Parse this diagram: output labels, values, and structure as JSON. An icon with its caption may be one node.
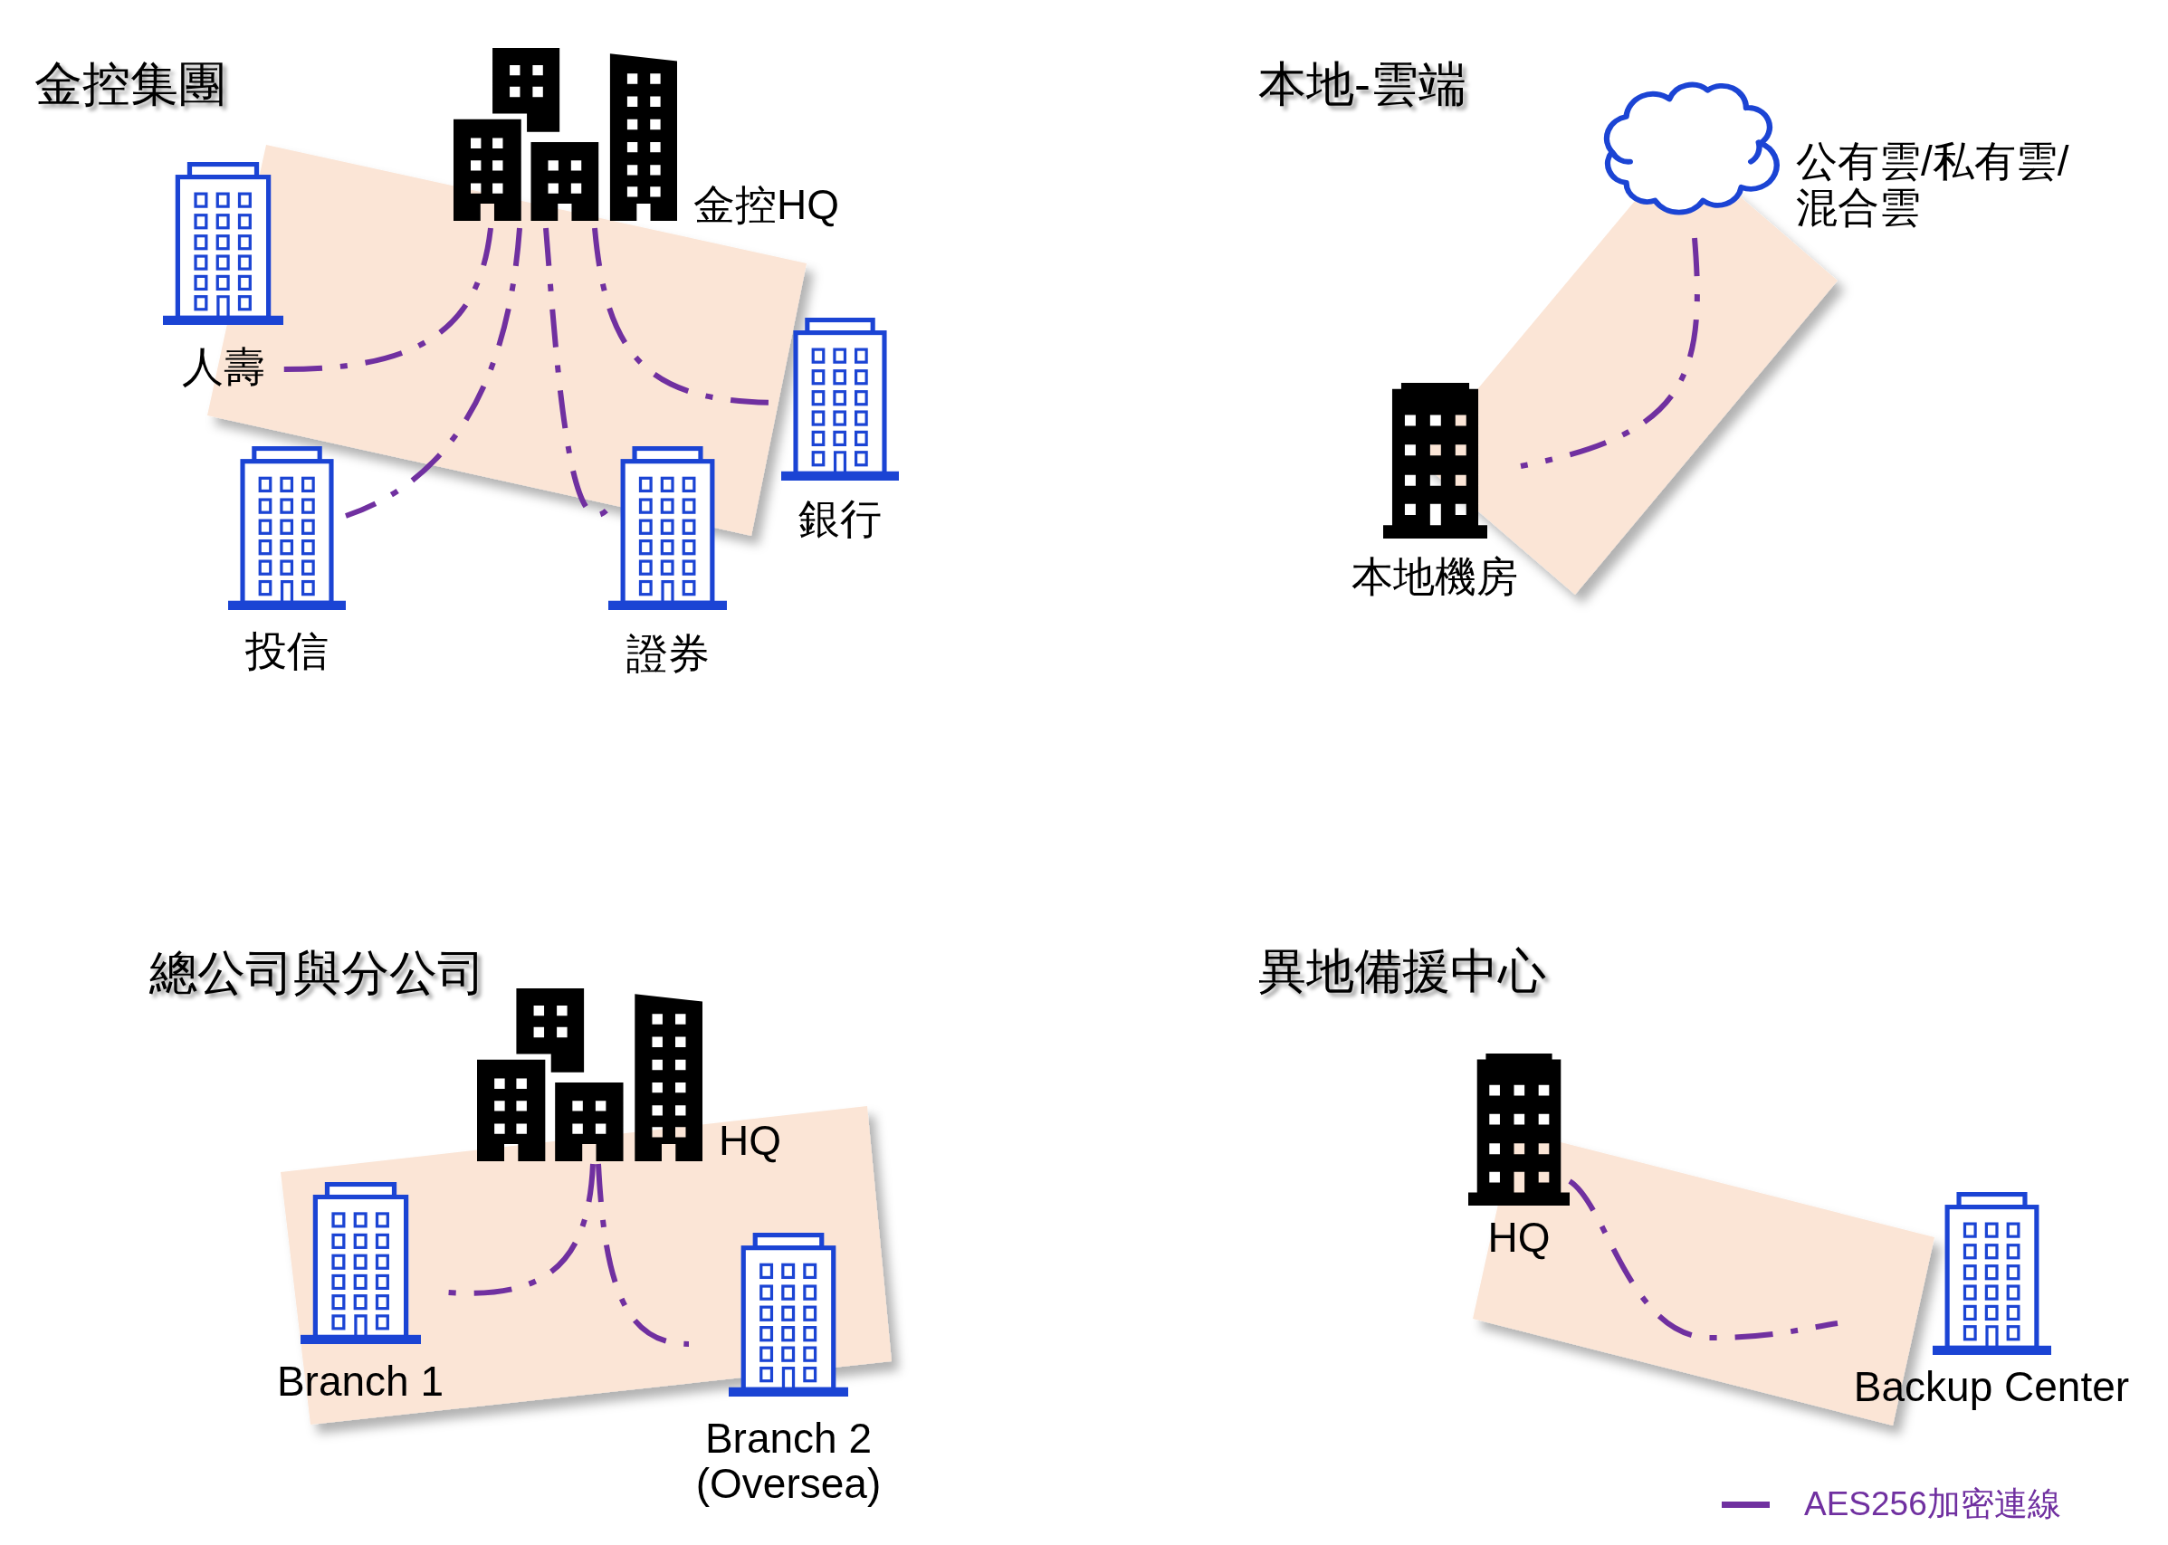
{
  "diagram": {
    "nodes": [
      {
        "text": [
          "金控HQ"
        ]
      },
      {
        "text": [
          "人壽"
        ]
      },
      {
        "text": [
          "銀行"
        ]
      },
      {
        "text": [
          "投信"
        ]
      },
      {
        "text": [
          "證券"
        ]
      },
      {
        "text": [
          "公有雲/私有雲/混合雲"
        ]
      },
      {
        "text": [
          "本地機房"
        ]
      },
      {
        "text": [
          "HQ"
        ]
      },
      {
        "text": [
          "Branch 1"
        ]
      },
      {
        "text": [
          "Branch 2 (Oversea)"
        ]
      },
      {
        "text": [
          "HQ"
        ]
      },
      {
        "text": [
          "Backup Center"
        ]
      }
    ],
    "edges": [
      {
        "from": 0,
        "to": 1,
        "arrow": "none",
        "style": "dashed"
      },
      {
        "from": 0,
        "to": 2,
        "arrow": "none",
        "style": "dashed"
      },
      {
        "from": 0,
        "to": 3,
        "arrow": "none",
        "style": "dashed"
      },
      {
        "from": 0,
        "to": 4,
        "arrow": "none",
        "style": "dashed"
      },
      {
        "from": 5,
        "to": 6,
        "arrow": "none",
        "style": "dashed"
      },
      {
        "from": 7,
        "to": 8,
        "arrow": "none",
        "style": "dashed"
      },
      {
        "from": 7,
        "to": 9,
        "arrow": "none",
        "style": "dashed"
      },
      {
        "from": 10,
        "to": 11,
        "arrow": "none",
        "style": "dashed"
      }
    ],
    "labels": [
      "金控集團",
      "本地-雲端",
      "總公司與分公司",
      "異地備援中心"
    ],
    "legend": [
      {
        "text": "AES256加密連線"
      }
    ]
  }
}
